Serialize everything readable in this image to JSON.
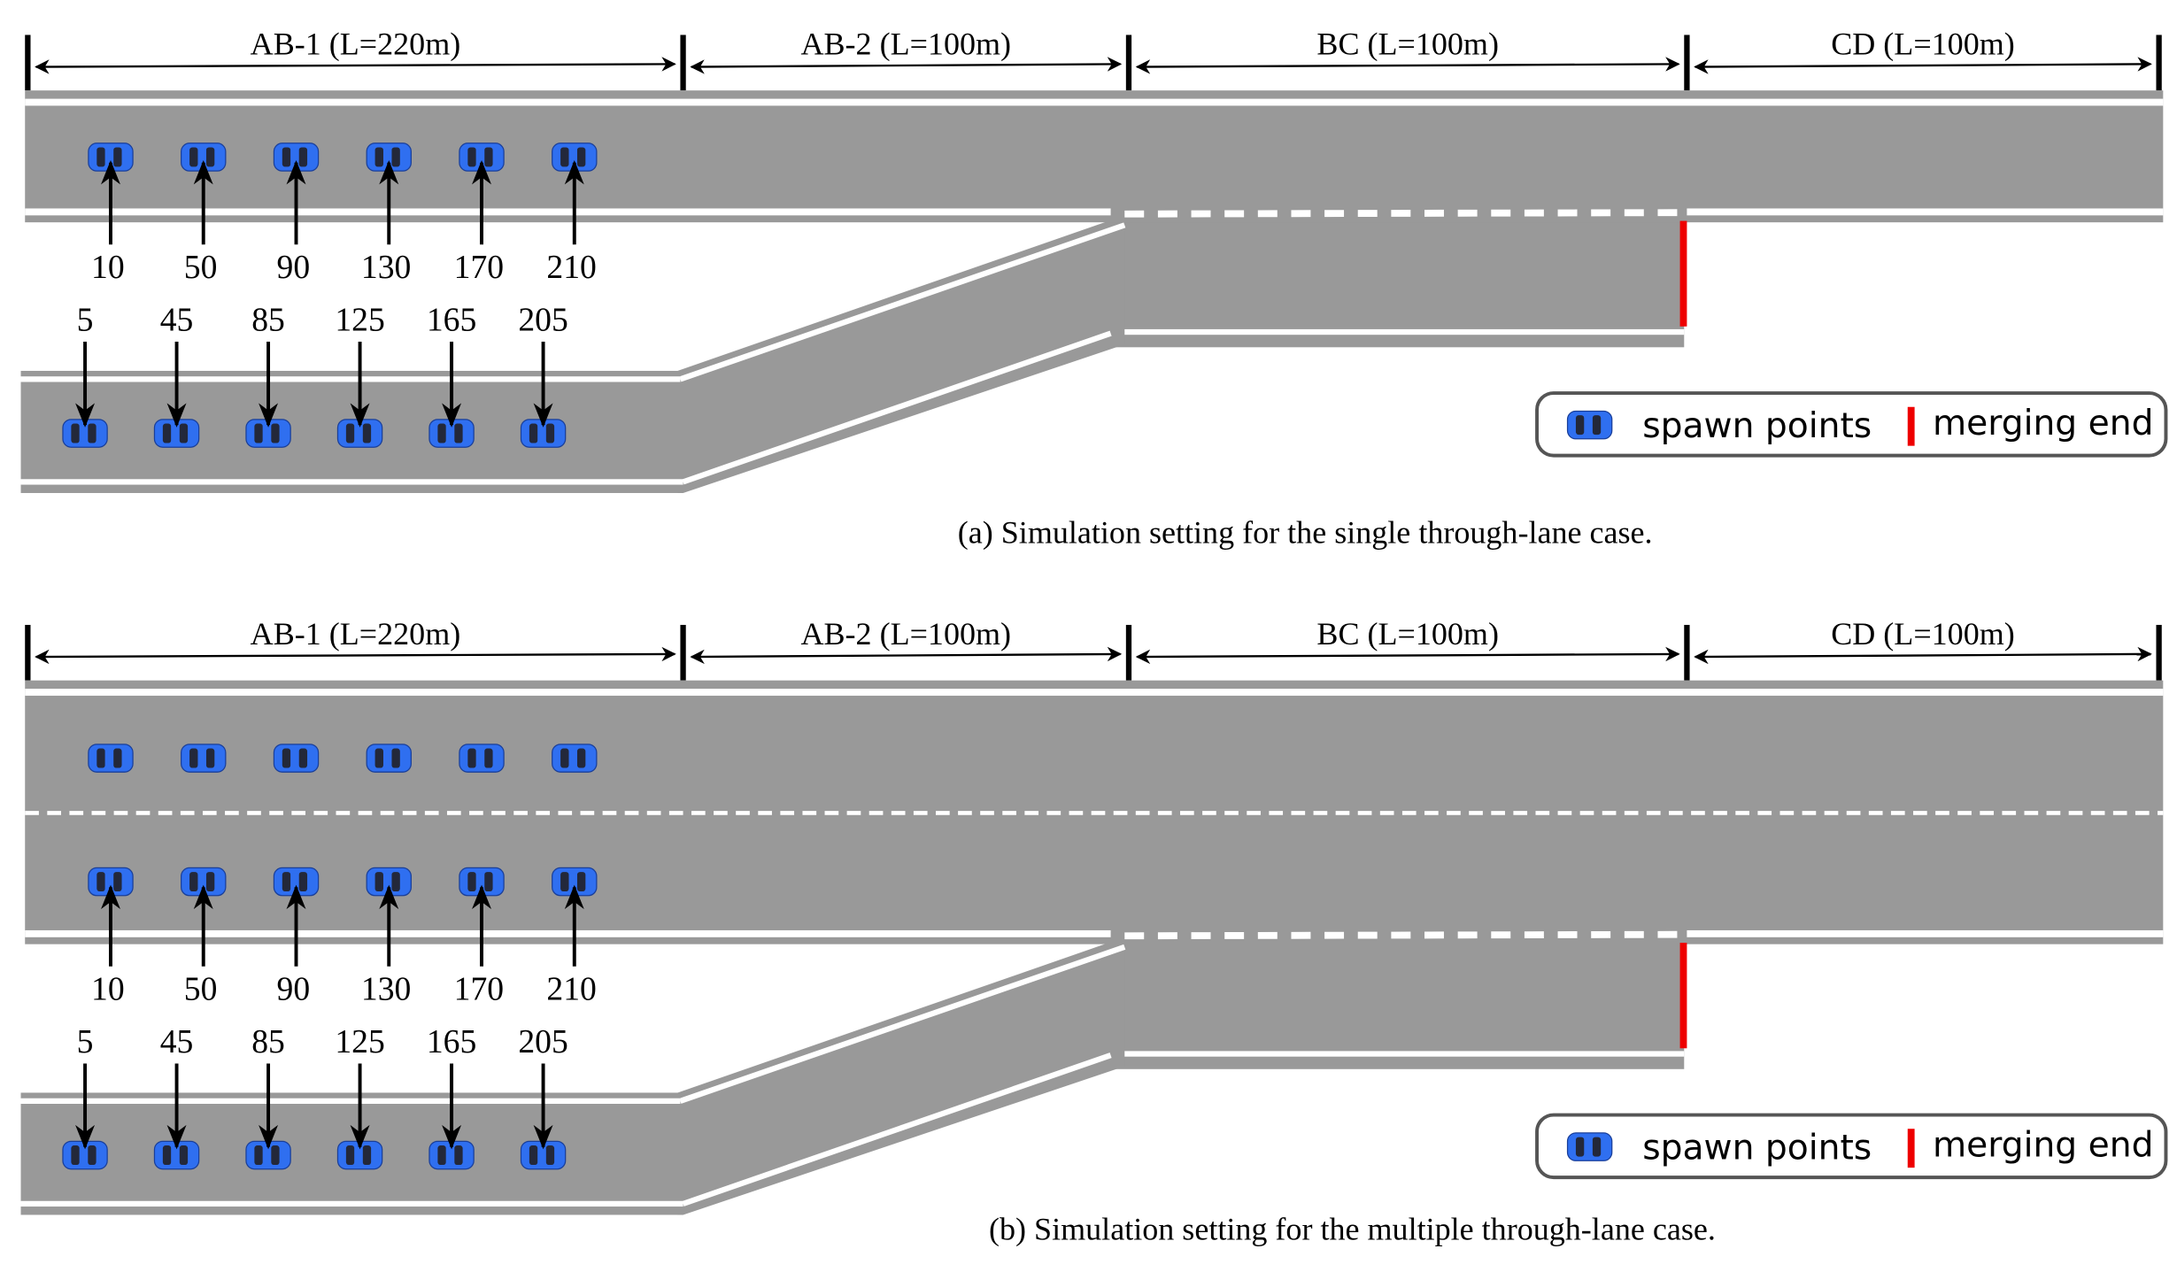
{
  "colors": {
    "road": "#999999",
    "marking": "#ffffff",
    "car": "#2f6ff0",
    "car_window": "#23283a",
    "merging_end": "#ee0000",
    "legend_border": "#555555"
  },
  "panels": [
    {
      "id": "a",
      "through_lanes": 1,
      "sections": [
        {
          "label": "AB-1 (L=220m)"
        },
        {
          "label": "AB-2 (L=100m)"
        },
        {
          "label": "BC (L=100m)"
        },
        {
          "label": "CD (L=100m)"
        }
      ],
      "main_spawn_points": [
        "10",
        "50",
        "90",
        "130",
        "170",
        "210"
      ],
      "ramp_spawn_points": [
        "5",
        "45",
        "85",
        "125",
        "165",
        "205"
      ],
      "legend": {
        "spawn_label": "spawn points",
        "merge_label": "merging end",
        "spawn_icon": "car-icon"
      },
      "caption": "(a)  Simulation setting for the single through-lane case."
    },
    {
      "id": "b",
      "through_lanes": 2,
      "sections": [
        {
          "label": "AB-1 (L=220m)"
        },
        {
          "label": "AB-2 (L=100m)"
        },
        {
          "label": "BC (L=100m)"
        },
        {
          "label": "CD (L=100m)"
        }
      ],
      "main_spawn_points": [
        "10",
        "50",
        "90",
        "130",
        "170",
        "210"
      ],
      "ramp_spawn_points": [
        "5",
        "45",
        "85",
        "125",
        "165",
        "205"
      ],
      "legend": {
        "spawn_label": "spawn points",
        "merge_label": "merging end",
        "spawn_icon": "car-icon"
      },
      "caption": "(b) Simulation setting for the multiple through-lane case."
    }
  ]
}
